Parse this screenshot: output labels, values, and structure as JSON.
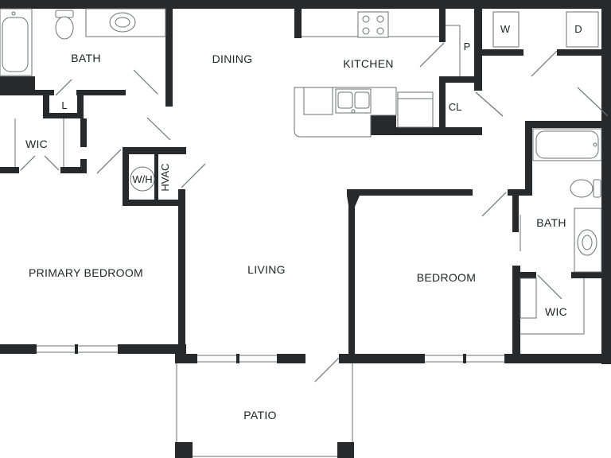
{
  "colors": {
    "wall": "#262a2d",
    "line": "#6b6f72",
    "background": "#ffffff",
    "text": "#1f2326"
  },
  "rooms": {
    "bath_primary": "BATH",
    "dining": "DINING",
    "kitchen": "KITCHEN",
    "pantry": "P",
    "washer": "W",
    "dryer": "D",
    "linen": "L",
    "wic_primary": "WIC",
    "closet": "CL",
    "water_heater": "W/H",
    "hvac": "HVAC",
    "primary_bedroom": "PRIMARY BEDROOM",
    "living": "LIVING",
    "bedroom": "BEDROOM",
    "bath_second": "BATH",
    "wic_second": "WIC",
    "patio": "PATIO"
  }
}
